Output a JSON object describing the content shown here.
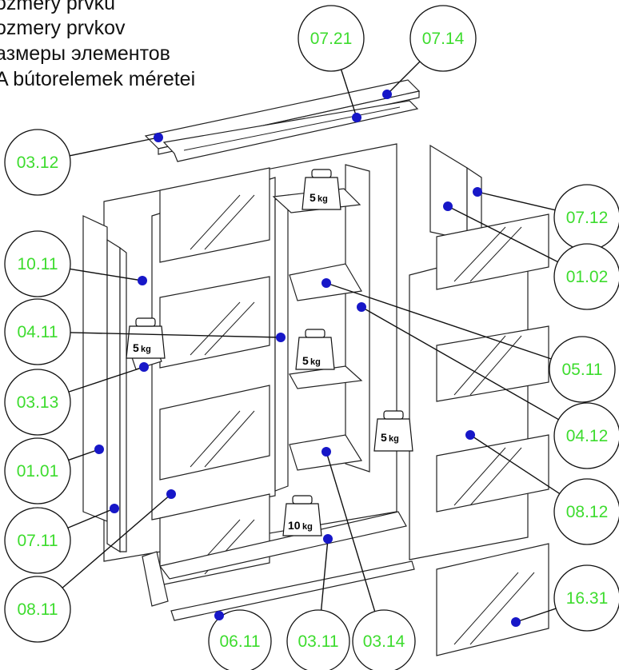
{
  "header": {
    "lines": [
      "ozmery prvku",
      "ozmery prvkov",
      "азмеры элементов",
      "A bútorelemek méretei"
    ]
  },
  "callouts": [
    {
      "id": "07.21"
    },
    {
      "id": "07.14"
    },
    {
      "id": "03.12"
    },
    {
      "id": "07.12"
    },
    {
      "id": "10.11"
    },
    {
      "id": "01.02"
    },
    {
      "id": "04.11"
    },
    {
      "id": "05.11"
    },
    {
      "id": "03.13"
    },
    {
      "id": "04.12"
    },
    {
      "id": "01.01"
    },
    {
      "id": "08.12"
    },
    {
      "id": "07.11"
    },
    {
      "id": "08.11"
    },
    {
      "id": "16.31"
    },
    {
      "id": "06.11"
    },
    {
      "id": "03.11"
    },
    {
      "id": "03.14"
    }
  ],
  "weights": [
    {
      "num": "5",
      "unit": "kg"
    },
    {
      "num": "5",
      "unit": "kg"
    },
    {
      "num": "5",
      "unit": "kg"
    },
    {
      "num": "5",
      "unit": "kg"
    },
    {
      "num": "10",
      "unit": "kg"
    }
  ],
  "colors": {
    "callout_text": "#3ddc2e",
    "marker_dot": "#1717c8",
    "line": "#111111"
  }
}
